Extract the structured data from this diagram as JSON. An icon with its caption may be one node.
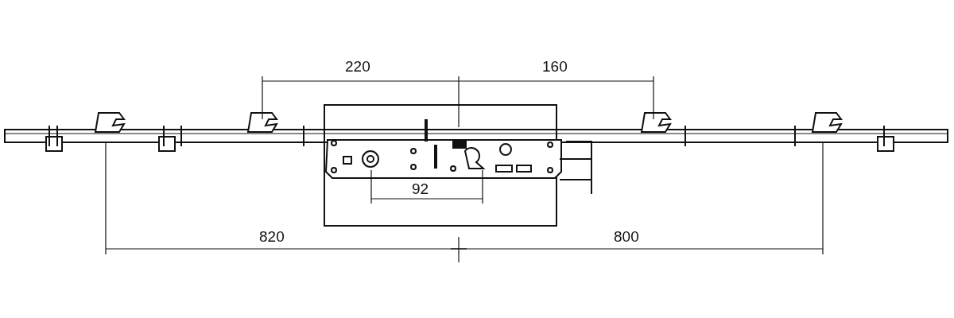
{
  "diagram": {
    "labels": [
      "220",
      "160",
      "92",
      "820",
      "800"
    ]
  }
}
